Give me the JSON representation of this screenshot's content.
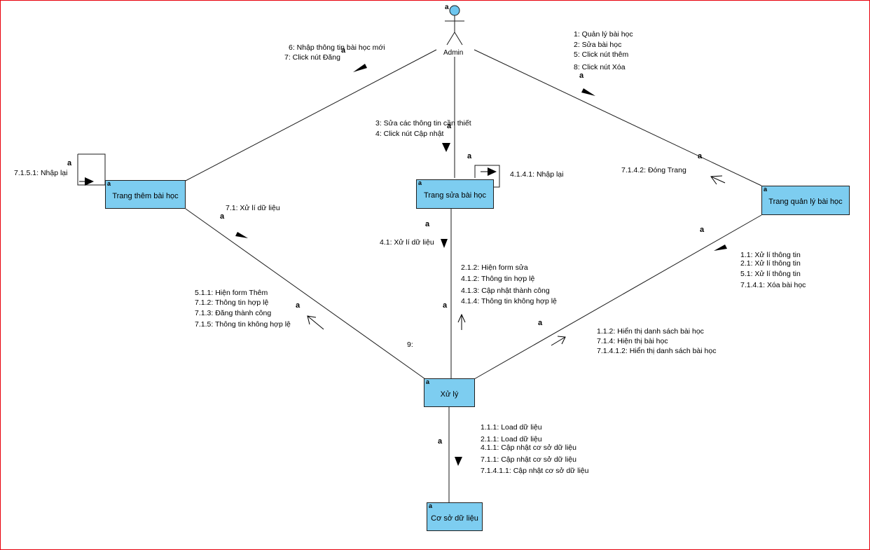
{
  "actor": {
    "name": "Admin",
    "role": "a"
  },
  "nodes": {
    "trang_them": "Trang thêm bài học",
    "trang_sua": "Trang sửa bài học",
    "trang_quan_ly": "Trang quản lý bài học",
    "xu_ly": "Xử lý",
    "co_so_du_lieu": "Cơ sở dữ liệu"
  },
  "corner_marker": "a",
  "role_marker": "a",
  "messages": {
    "admin_to_them": [
      "6: Nhập thông tin bài học mới",
      "7: Click nút Đăng"
    ],
    "admin_to_sua": [
      "3: Sửa các thông tin cần thiết",
      "4: Click nút Cập nhật"
    ],
    "admin_to_quan_ly": [
      "1: Quản lý bài học",
      "2: Sửa bài học",
      "5: Click nút thêm",
      "8: Click nút Xóa"
    ],
    "them_self": [
      "7.1.5.1: Nhập lại"
    ],
    "sua_self": [
      "4.1.4.1: Nhập lại"
    ],
    "quan_ly_to_admin": [
      "7.1.4.2: Đóng Trang"
    ],
    "them_to_xuly": [
      "7.1: Xử lí dữ liệu"
    ],
    "xuly_to_them": [
      "5.1.1: Hiện form Thêm",
      "7.1.2: Thông tin hợp lệ",
      "7.1.3: Đăng thành công",
      "7.1.5: Thông tin không hợp lệ"
    ],
    "sua_to_xuly": [
      "4.1: Xử lí dữ liệu"
    ],
    "xuly_to_sua": [
      "2.1.2: Hiện form sửa",
      "4.1.2: Thông tin hợp lệ",
      "4.1.3: Cập nhật thành công",
      "4.1.4: Thông tin không hợp lệ"
    ],
    "quan_ly_to_xuly": [
      "1.1: Xử lí thông tin",
      "2.1: Xử lí thông tin",
      "5.1: Xử lí thông tin",
      "7.1.4.1: Xóa bài học"
    ],
    "xuly_to_quan_ly": [
      "1.1.2: Hiển thị danh sách bài học",
      "7.1.4: Hiện thị bài học",
      "7.1.4.1.2: Hiển thị danh sách bài học"
    ],
    "xuly_to_db": [
      "1.1.1: Load dữ liệu",
      "2.1.1: Load dữ liệu",
      "4.1.1: Cập nhật cơ sở dữ liệu",
      "7.1.1: Cập nhật cơ sở dữ liệu",
      "7.1.4.1.1: Cập nhật cơ sở dữ liệu"
    ],
    "xuly_note": [
      "9:"
    ]
  },
  "colors": {
    "node_fill": "#7dcdf0",
    "line": "#1a1a1a",
    "frame": "#e8000b",
    "actor_head": "#6ec6ef"
  }
}
